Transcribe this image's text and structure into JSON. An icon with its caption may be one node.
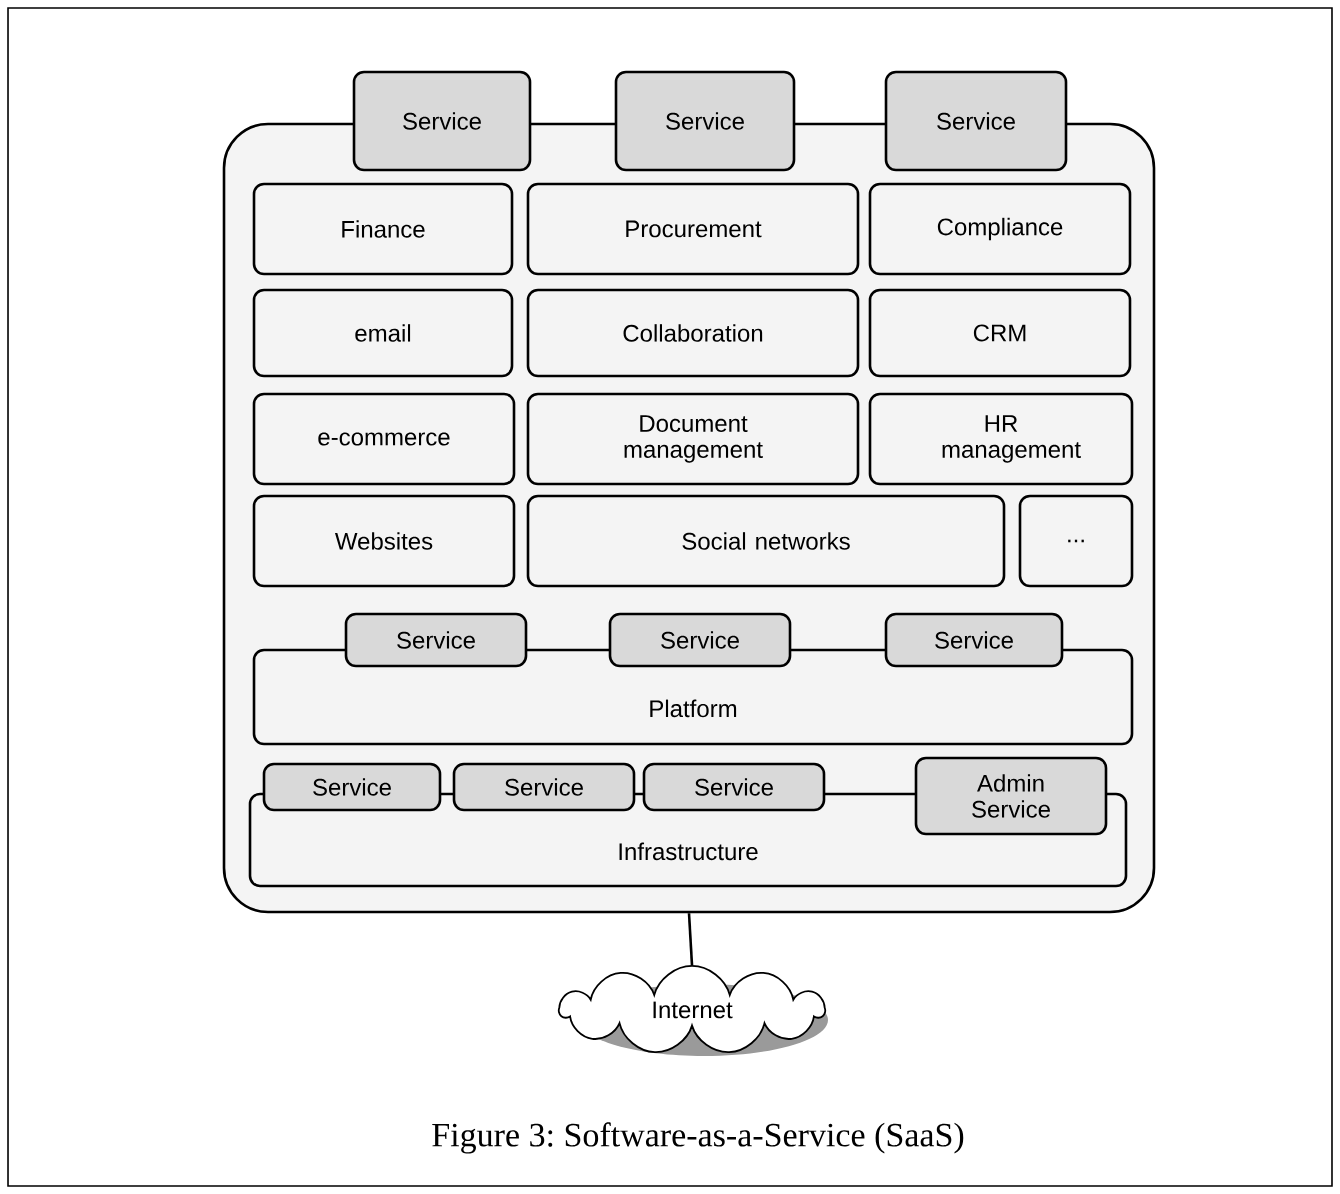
{
  "diagram": {
    "caption": "Figure 3: Software-as-a-Service (SaaS)",
    "nodes": [
      {
        "text": [],
        "shape": "box"
      },
      {
        "text": [
          "Service"
        ]
      },
      {
        "text": [
          "Service"
        ]
      },
      {
        "text": [
          "Service"
        ]
      },
      {
        "text": [
          "Finance"
        ],
        "in": 0
      },
      {
        "text": [
          "Procurement"
        ],
        "in": 0
      },
      {
        "text": [
          "Compliance"
        ],
        "in": 0
      },
      {
        "text": [
          "email"
        ],
        "in": 0
      },
      {
        "text": [
          "Collaboration"
        ],
        "in": 0
      },
      {
        "text": [
          "CRM"
        ],
        "in": 0
      },
      {
        "text": [
          "e-commerce"
        ],
        "in": 0
      },
      {
        "text": [
          "Document management"
        ],
        "in": 0
      },
      {
        "text": [
          "HR management"
        ],
        "in": 0
      },
      {
        "text": [
          "Websites"
        ],
        "in": 0
      },
      {
        "text": [
          "Social networks"
        ],
        "in": 0
      },
      {
        "text": [
          "..."
        ],
        "in": 0
      },
      {
        "text": [
          "Service"
        ],
        "in": 0
      },
      {
        "text": [
          "Service"
        ],
        "in": 0
      },
      {
        "text": [
          "Service"
        ],
        "in": 0
      },
      {
        "text": [
          "Platform"
        ],
        "in": 0
      },
      {
        "text": [
          "Service"
        ],
        "in": 0
      },
      {
        "text": [
          "Service"
        ],
        "in": 0
      },
      {
        "text": [
          "Service"
        ],
        "in": 0
      },
      {
        "text": [
          "Admin Service"
        ],
        "in": 0
      },
      {
        "text": [
          "Infrastructure"
        ],
        "in": 0
      },
      {
        "text": [
          "Internet"
        ]
      }
    ],
    "edges": [
      {
        "from": 0,
        "to": 25,
        "arrow": "none"
      }
    ]
  }
}
